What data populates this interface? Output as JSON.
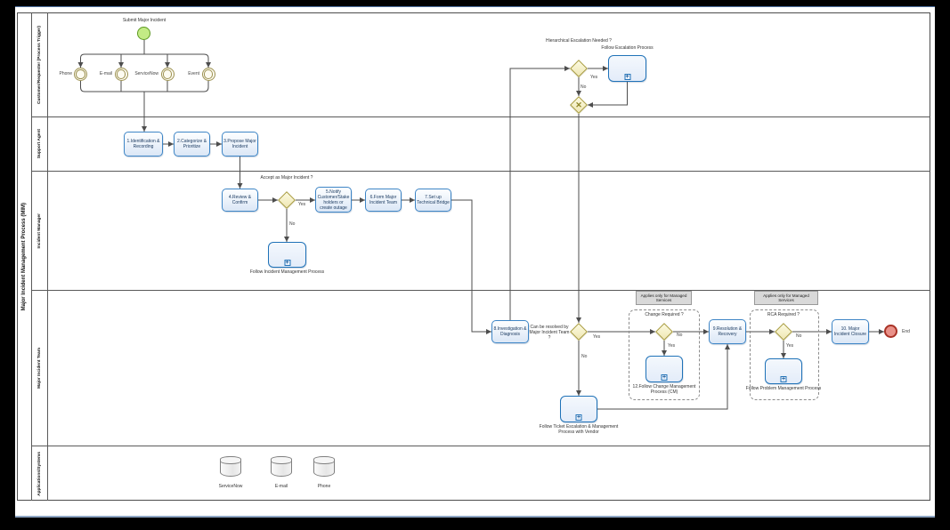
{
  "pool": {
    "title": "Major Incident Management Process (MIM)"
  },
  "lanes": {
    "lane1": "Customer/Requester (Process Trigger)",
    "lane2": "Support Agent",
    "lane3": "Incident Manager",
    "lane4": "Major Incident Team",
    "lane5": "Applications/Systems"
  },
  "events": {
    "start": "Submit Major Incident",
    "end": "End",
    "channels": {
      "phone": "Phone",
      "email": "E-mail",
      "servicenow": "ServiceNow",
      "event": "Event"
    }
  },
  "tasks": {
    "t1": "1.Identification & Recording",
    "t2": "2.Categorize & Prioritize",
    "t3": "3.Propose Major Incident",
    "t4": "4.Review & Confirm",
    "t5": "5.Notify Customer/Stakeholders or create outage",
    "t6": "6.Form Major Incident Team",
    "t7": "7.Set up Technical Bridge",
    "t8": "8.Investigation & Diagnosis",
    "t9": "9.Resolution & Recovery",
    "t10": "10. Major Incident Closure"
  },
  "subprocesses": {
    "incident": "Follow Incident Management Process",
    "escalation": "Follow Escalation Process",
    "ticket": "Follow Ticket Escalation & Management Process with Vendor",
    "change": "12.Follow Change Management Process (CM)",
    "problem": "Follow Problem Management Process"
  },
  "gateways": {
    "accept": "Accept as Major Incident ?",
    "hierarchical": "Hierarchical Escalation Needed ?",
    "resolved": "Can be resolved by Major Incident Team ?",
    "change": "Change Required ?",
    "rca": "RCA Required ?"
  },
  "labels": {
    "yes": "Yes",
    "no": "No"
  },
  "groups": {
    "managed": "Applies only for Managed Services"
  },
  "datastores": {
    "servicenow": "ServiceNow",
    "email": "E-mail",
    "phone": "Phone"
  },
  "icons": {
    "plus": "+",
    "gateway_x": "✕"
  },
  "colors": {
    "task_border": "#3d85c6",
    "gateway_fill": "#f6f0c4",
    "start_fill": "#c3eb85",
    "end_border": "#a93226",
    "lane_border": "#5a5a5a"
  }
}
